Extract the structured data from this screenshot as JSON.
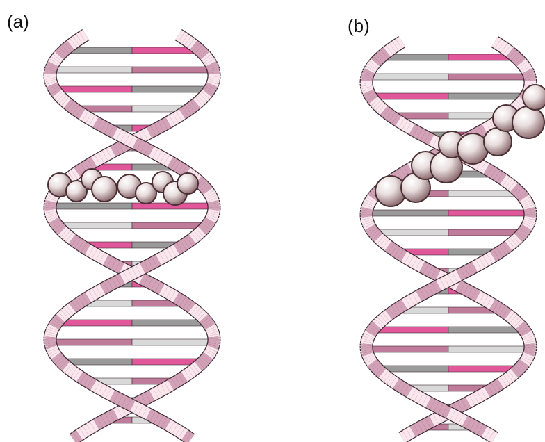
{
  "figure": {
    "panels": [
      {
        "label": "(a)",
        "description_key": "dna-double-helix-with-particles-in-groove",
        "particle_count": 9
      },
      {
        "label": "(b)",
        "description_key": "dna-double-helix-with-particles-across-helix",
        "particle_count": 10
      }
    ]
  },
  "colors": {
    "strand_light": "#fbe6ee",
    "strand_dark": "#d4a2b8",
    "strand_edge": "#3c2a32",
    "rung_gray": "#9a9a9a",
    "rung_light": "#d9d9d9",
    "rung_pink": "#e0589a",
    "rung_mauve": "#bf7c9a",
    "particle_fill": "#c9b8b8",
    "particle_edge": "#4a2f33",
    "background": "#ffffff"
  },
  "icons": [
    "dna-helix-icon",
    "particle-sphere-icon"
  ]
}
